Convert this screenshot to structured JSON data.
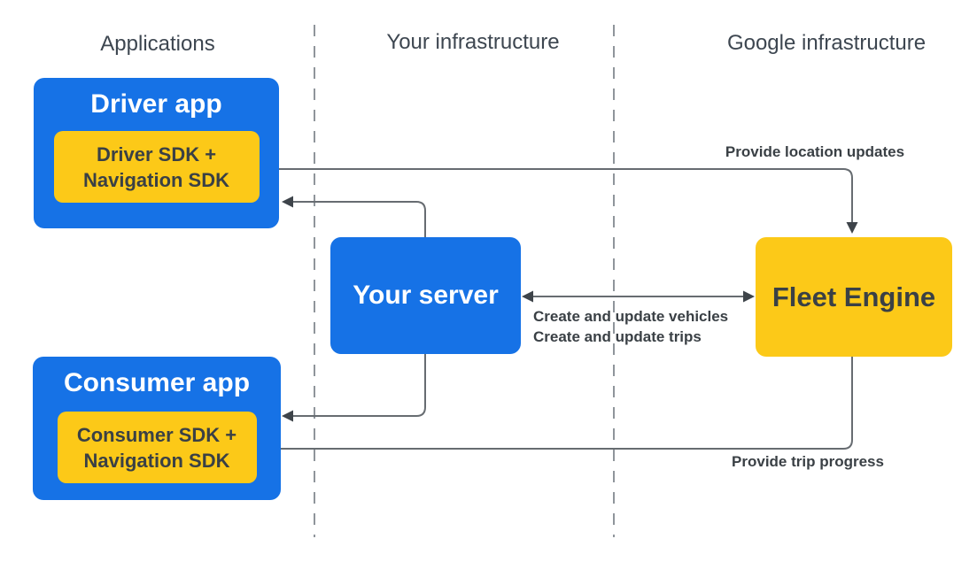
{
  "diagram": {
    "columns": [
      {
        "label": "Applications"
      },
      {
        "label": "Your infrastructure"
      },
      {
        "label": "Google infrastructure"
      }
    ],
    "nodes": {
      "driver_app": {
        "title": "Driver app",
        "sdk_line1": "Driver SDK +",
        "sdk_line2": "Navigation SDK"
      },
      "consumer_app": {
        "title": "Consumer app",
        "sdk_line1": "Consumer SDK +",
        "sdk_line2": "Navigation SDK"
      },
      "your_server": {
        "title": "Your server"
      },
      "fleet_engine": {
        "title": "Fleet Engine"
      }
    },
    "edges": {
      "location_updates": {
        "label": "Provide location updates"
      },
      "server_fleet": {
        "label_line1": "Create and update vehicles",
        "label_line2": "Create and update trips"
      },
      "trip_progress": {
        "label": "Provide trip progress"
      }
    },
    "colors": {
      "blue": "#1672e6",
      "yellow": "#fcc918",
      "line": "#676c71",
      "arrow": "#3e444a",
      "dashed": "#8f959b",
      "heading": "#3d4650",
      "dark-text": "#3a4045"
    }
  }
}
